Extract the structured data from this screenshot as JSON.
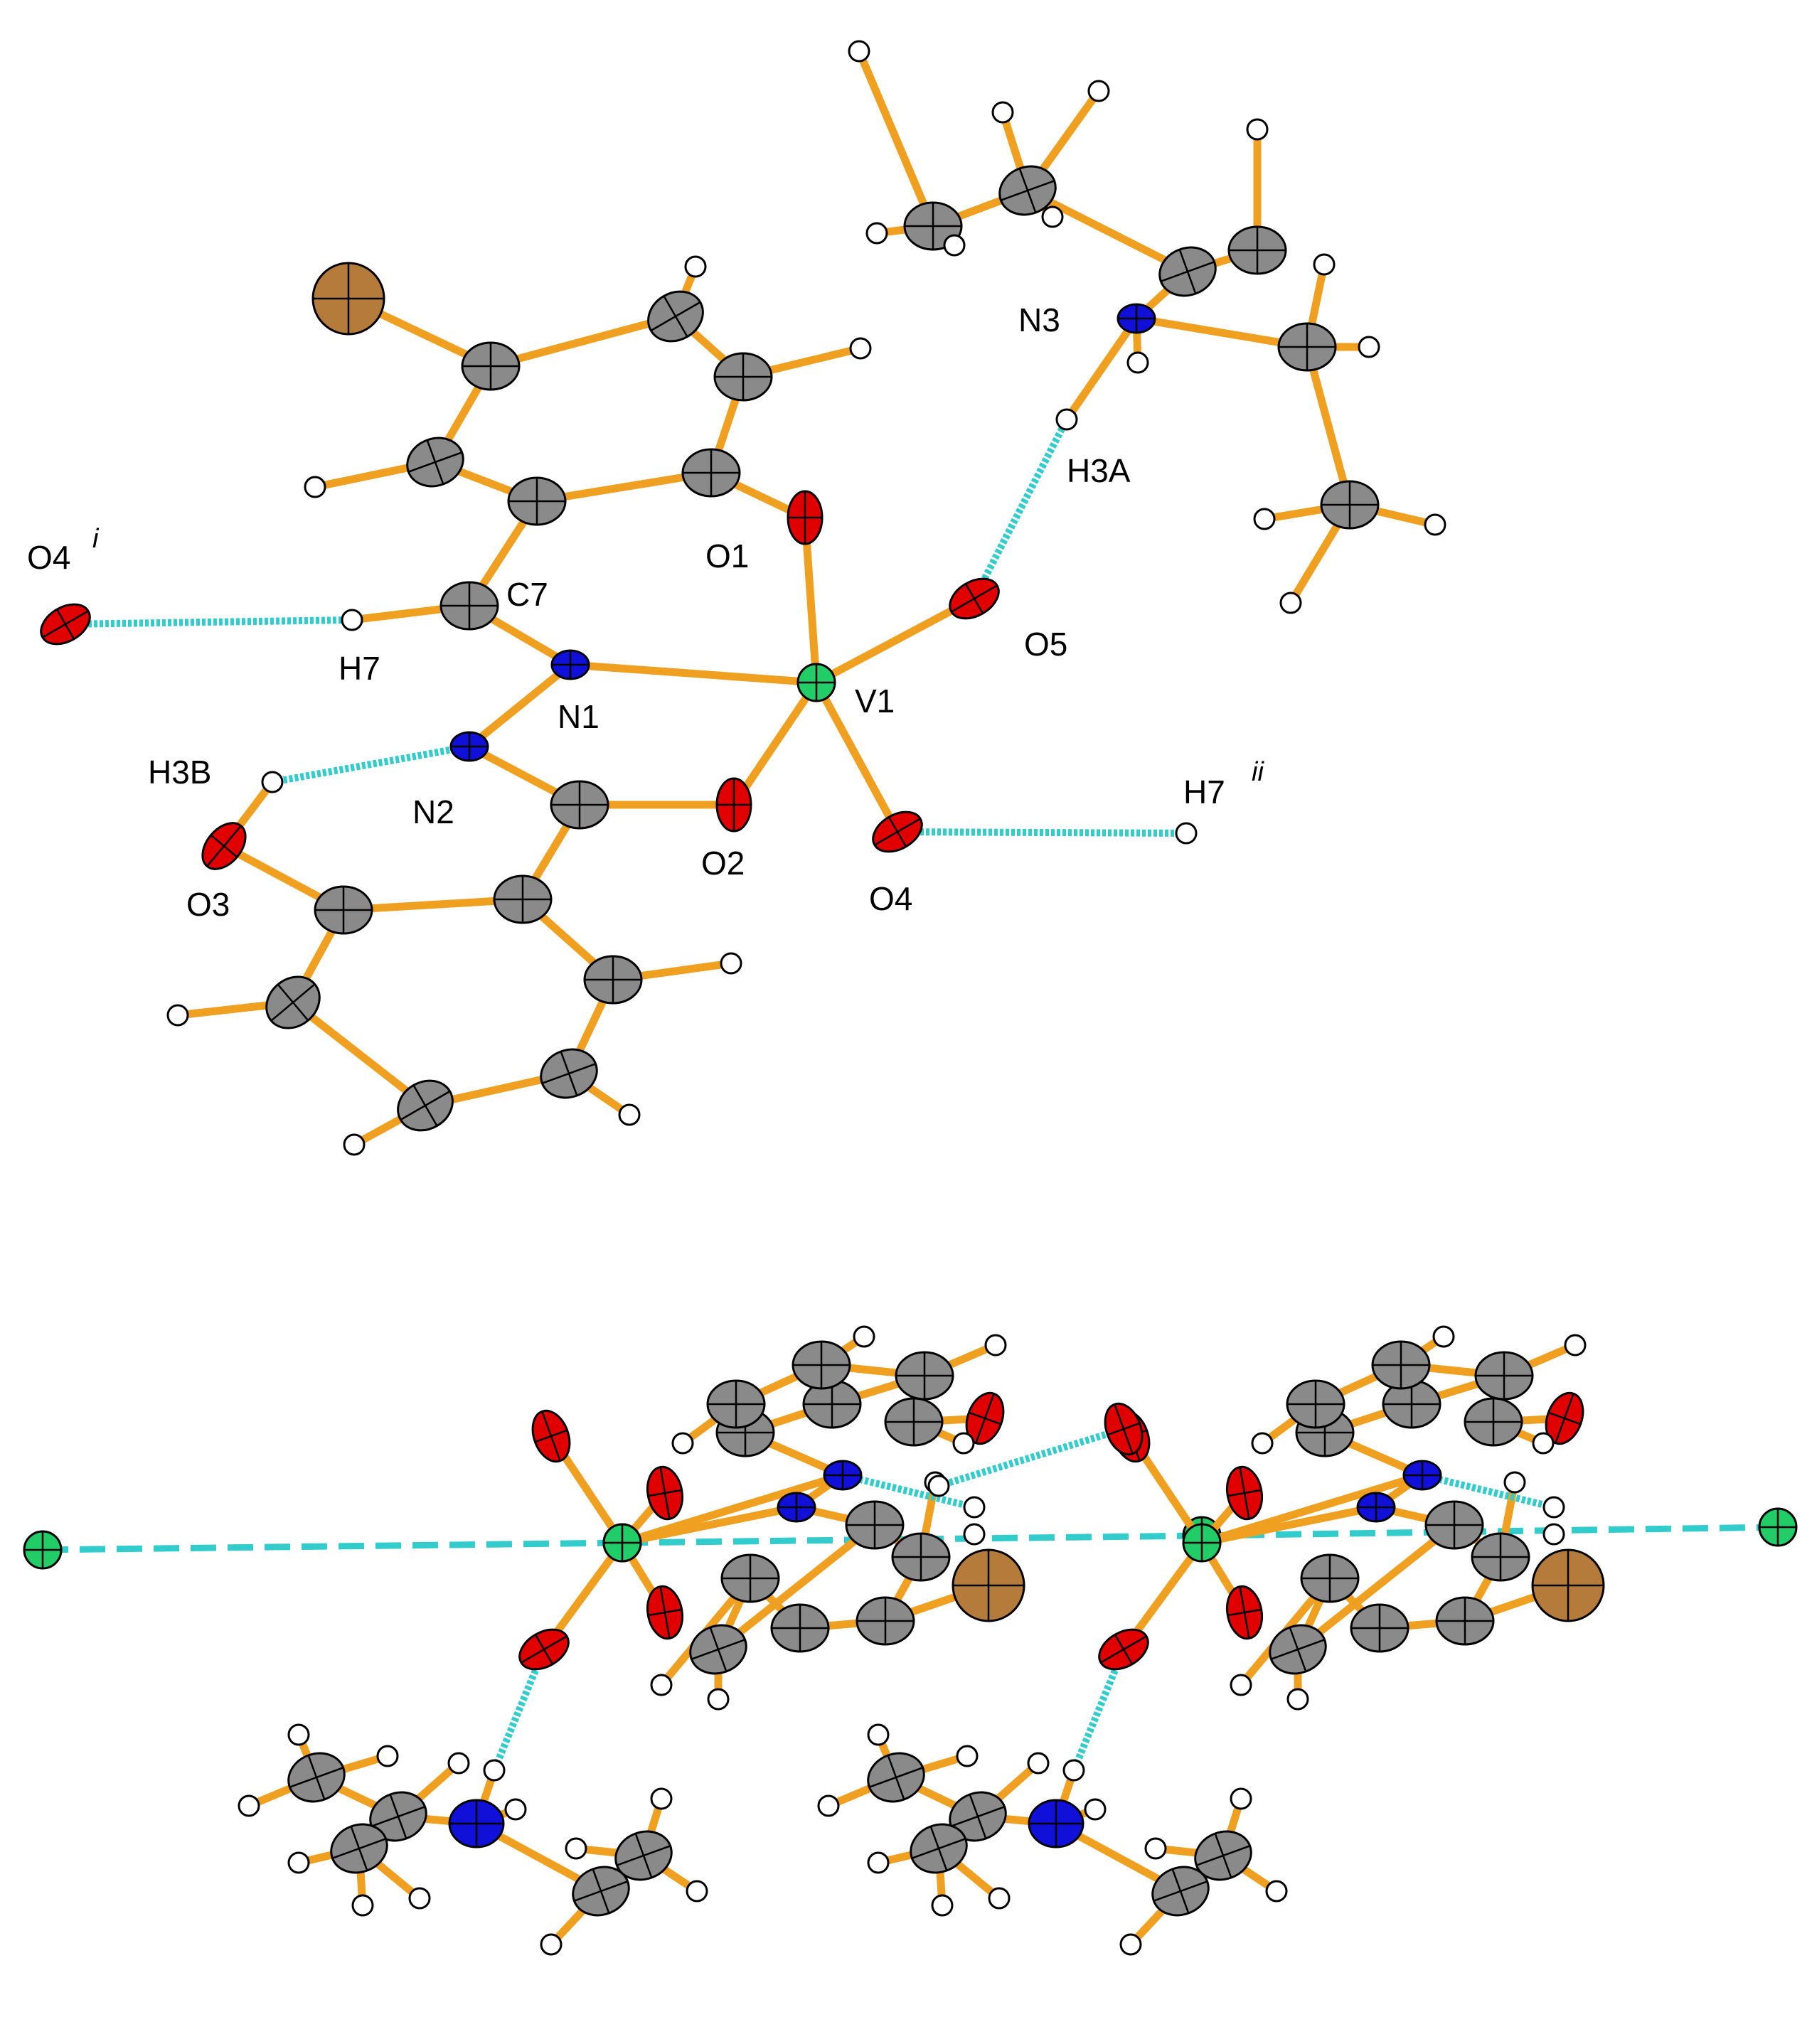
{
  "colors": {
    "bond": "#f0a020",
    "hbond": "#33cccc",
    "carbon": "#8a8a8a",
    "hydrogen": "#ffffff",
    "oxygen": "#e00000",
    "nitrogen": "#1010d8",
    "vanadium": "#22cc66",
    "bromine": "#b57b3a"
  },
  "labels": {
    "O4i": "O4",
    "O4i_sup": "i",
    "C7": "C7",
    "H7": "H7",
    "O1": "O1",
    "N1": "N1",
    "V1": "V1",
    "O5": "O5",
    "N3": "N3",
    "H3A": "H3A",
    "H3B": "H3B",
    "N2": "N2",
    "O2": "O2",
    "O4": "O4",
    "H7ii": "H7",
    "H7ii_sup": "ii",
    "O3": "O3"
  }
}
